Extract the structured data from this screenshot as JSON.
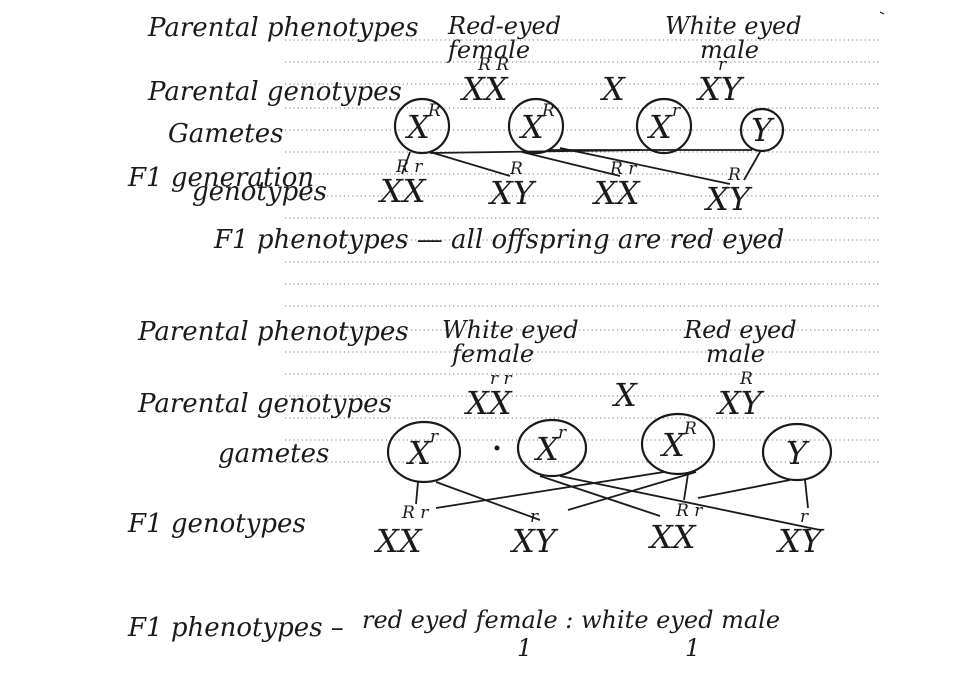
{
  "cross1": {
    "parental_phenotypes_label": "Parental phenotypes",
    "female_phenotype_line1": "Red-eyed",
    "female_phenotype_line2": "female",
    "male_phenotype_line1": "White eyed",
    "male_phenotype_line2": "male",
    "parental_genotypes_label": "Parental genotypes",
    "female_genotype": "XX",
    "female_genotype_sup": "R R",
    "cross_symbol": "X",
    "male_genotype": "XY",
    "male_genotype_sup": "r",
    "gametes_label": "Gametes",
    "gametes": [
      {
        "base": "X",
        "sup": "R"
      },
      {
        "base": "X",
        "sup": "R"
      },
      {
        "base": "X",
        "sup": "r"
      },
      {
        "base": "Y",
        "sup": ""
      }
    ],
    "f1_label_line1": "F1 generation",
    "f1_label_line2": "genotypes",
    "f1_genotypes": [
      {
        "base": "XX",
        "sup": "R r"
      },
      {
        "base": "XY",
        "sup": "R"
      },
      {
        "base": "XX",
        "sup": "R r"
      },
      {
        "base": "XY",
        "sup": "R"
      }
    ],
    "f1_phenotypes_text": "F1 phenotypes — all offspring are red eyed"
  },
  "cross2": {
    "parental_phenotypes_label": "Parental phenotypes",
    "female_phenotype_line1": "White eyed",
    "female_phenotype_line2": "female",
    "male_phenotype_line1": "Red eyed",
    "male_phenotype_line2": "male",
    "parental_genotypes_label": "Parental genotypes",
    "female_genotype": "XX",
    "female_genotype_sup": "r r",
    "cross_symbol": "X",
    "male_genotype": "XY",
    "male_genotype_sup": "R",
    "gametes_label": "gametes",
    "gametes": [
      {
        "base": "X",
        "sup": "r"
      },
      {
        "base": "X",
        "sup": "r"
      },
      {
        "base": "X",
        "sup": "R"
      },
      {
        "base": "Y",
        "sup": ""
      }
    ],
    "f1_label": "F1 genotypes",
    "f1_genotypes": [
      {
        "base": "XX",
        "sup": "R r"
      },
      {
        "base": "XY",
        "sup": "r"
      },
      {
        "base": "XX",
        "sup": "R r"
      },
      {
        "base": "XY",
        "sup": "r"
      }
    ],
    "f1_phenotypes_label": "F1 phenotypes –",
    "f1_phenotypes_result": "red eyed female : white eyed male",
    "ratio_left": "1",
    "ratio_right": "1"
  }
}
